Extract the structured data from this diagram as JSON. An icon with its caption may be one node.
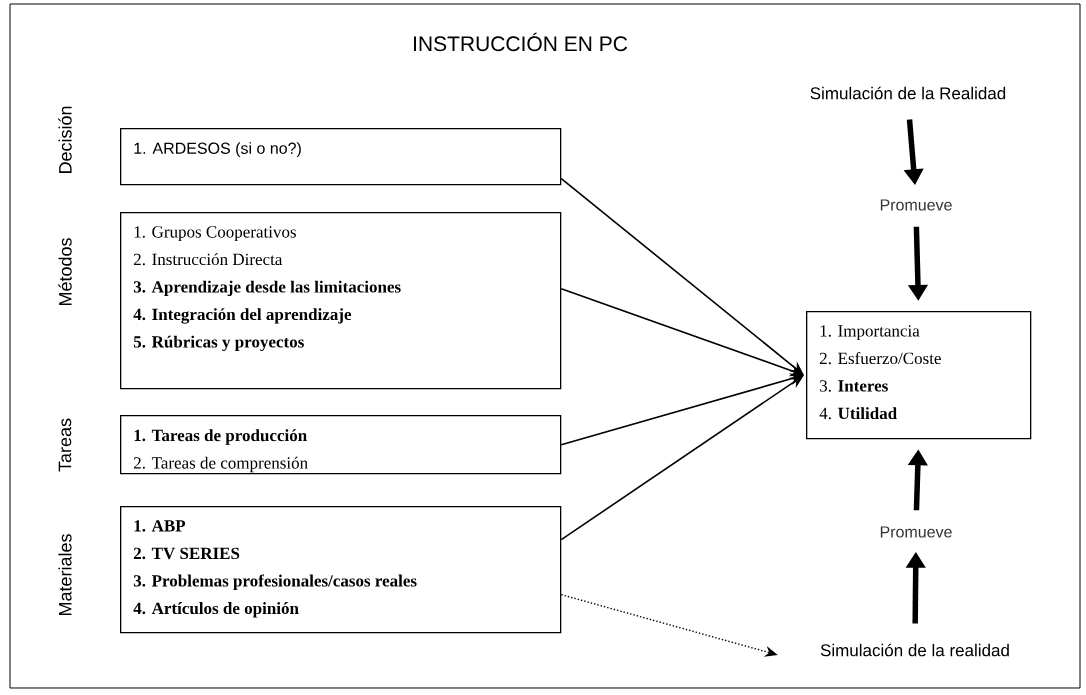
{
  "diagram": {
    "title": "INSTRUCCIÓN EN PC",
    "nodes": [
      {
        "text": [
          "1. ARDESOS (si o no?)"
        ],
        "beside": [
          "Decisión"
        ]
      },
      {
        "text": [
          "1. Grupos Cooperativos",
          "2. Instrucción Directa",
          "**3. Aprendizaje desde las limitaciones**",
          "**4. Integración del aprendizaje**",
          "**5. Rúbricas y proyectos**"
        ],
        "beside": [
          "Métodos"
        ]
      },
      {
        "text": [
          "**1. Tareas de producción**",
          "2. Tareas de comprensión"
        ],
        "beside": [
          "Tareas"
        ]
      },
      {
        "text": [
          "**1. ABP**",
          "**2. TV SERIES**",
          "**3. Problemas profesionales/casos reales**",
          "**4. Artículos de opinión**"
        ],
        "beside": [
          "Materiales"
        ]
      },
      {
        "text": [
          "1. Importancia",
          "2. Esfuerzo/Coste",
          "3. **Interes**",
          "4. **Utilidad**"
        ]
      },
      {
        "text": [
          "Simulación de la Realidad"
        ]
      },
      {
        "text": [
          "Promueve"
        ]
      },
      {
        "text": [
          "Promueve"
        ]
      },
      {
        "text": [
          "Simulación de la realidad"
        ]
      }
    ],
    "edges": [
      {
        "from": 0,
        "to": 4,
        "arrow": "to"
      },
      {
        "from": 1,
        "to": 4,
        "arrow": "to"
      },
      {
        "from": 2,
        "to": 4,
        "arrow": "to"
      },
      {
        "from": 3,
        "to": 4,
        "arrow": "to"
      },
      {
        "from": 5,
        "to": 6,
        "arrow": "to",
        "style": "thick"
      },
      {
        "from": 6,
        "to": 4,
        "arrow": "to",
        "style": "thick"
      },
      {
        "from": 8,
        "to": 7,
        "arrow": "to",
        "style": "thick"
      },
      {
        "from": 7,
        "to": 4,
        "arrow": "to",
        "style": "thick"
      },
      {
        "from": 3,
        "to": 8,
        "arrow": "to",
        "style": "dashed"
      }
    ]
  }
}
